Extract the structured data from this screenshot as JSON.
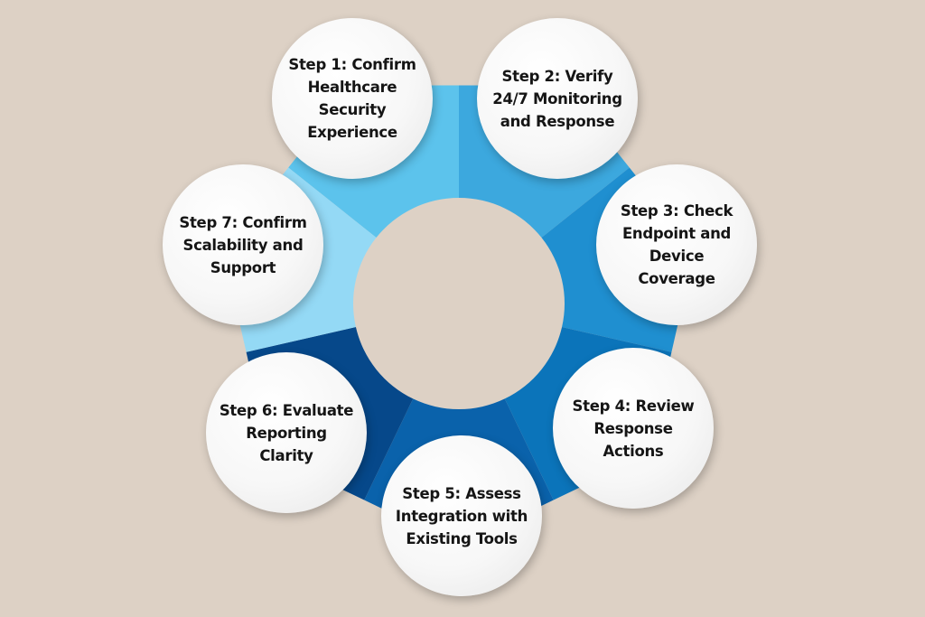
{
  "diagram": {
    "type": "cycle",
    "colors": [
      "#5cc3ec",
      "#3ca8de",
      "#1f8fd0",
      "#0b74ba",
      "#0a62ab",
      "#06488a",
      "#94d9f5"
    ],
    "background": "#ddd1c5",
    "steps": [
      {
        "label": "Step 1: Confirm Healthcare Security Experience"
      },
      {
        "label": "Step 2: Verify 24/7 Monitoring and Response"
      },
      {
        "label": "Step 3: Check Endpoint and Device Coverage"
      },
      {
        "label": "Step 4: Review Response Actions"
      },
      {
        "label": "Step 5: Assess Integration with Existing Tools"
      },
      {
        "label": "Step 6: Evaluate Reporting Clarity"
      },
      {
        "label": "Step 7: Confirm Scalability and Support"
      }
    ]
  }
}
